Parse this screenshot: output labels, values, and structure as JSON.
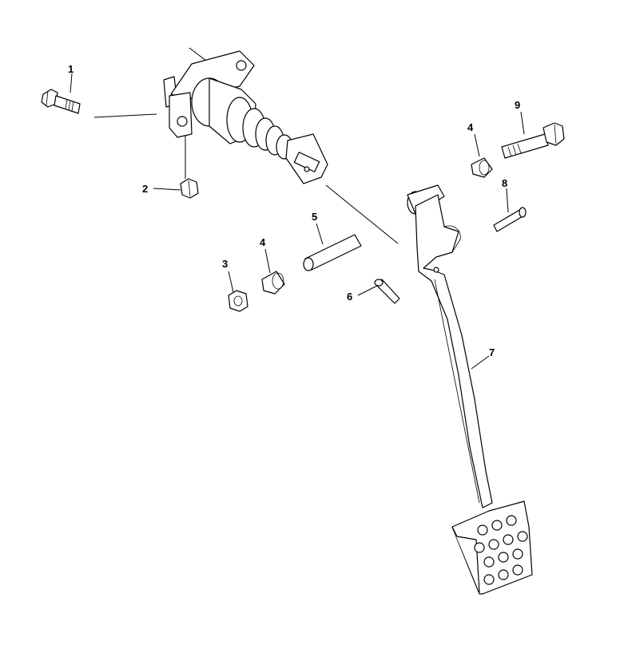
{
  "diagram": {
    "type": "exploded-parts-view",
    "callouts": [
      {
        "id": "1",
        "label": "1"
      },
      {
        "id": "2",
        "label": "2"
      },
      {
        "id": "3",
        "label": "3"
      },
      {
        "id": "4a",
        "label": "4"
      },
      {
        "id": "4b",
        "label": "4"
      },
      {
        "id": "5",
        "label": "5"
      },
      {
        "id": "6",
        "label": "6"
      },
      {
        "id": "7",
        "label": "7"
      },
      {
        "id": "8",
        "label": "8"
      },
      {
        "id": "9",
        "label": "9"
      }
    ]
  }
}
